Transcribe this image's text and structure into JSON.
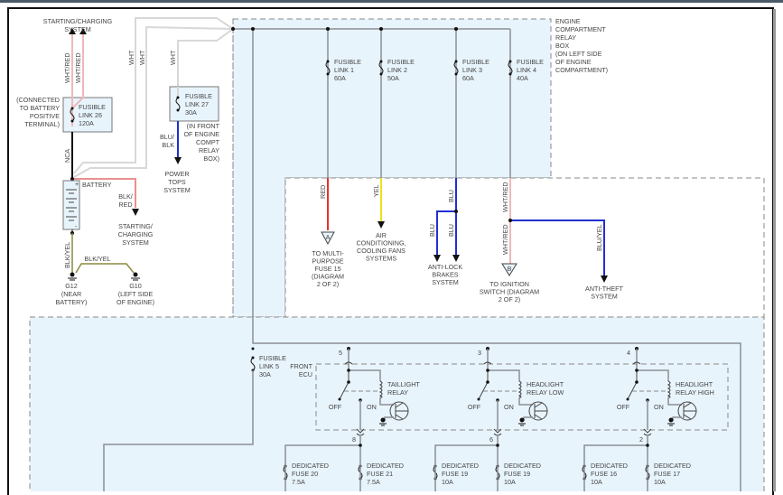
{
  "diagram": {
    "top_left": {
      "starting_charging_title": [
        "STARTING/CHARGING",
        "SYSTEM"
      ],
      "wire_wht_red_1": "WHT/RED",
      "wire_wht_red_2": "WHT/RED",
      "connected_note": [
        "(CONNECTED",
        "TO BATTERY",
        "POSITIVE",
        "TERMINAL)"
      ],
      "fusible_link_26": [
        "FUSIBLE",
        "LINK 26",
        "120A"
      ],
      "wire_nca": "NCA",
      "wire_wht_a": "WHT",
      "wire_wht_b": "WHT",
      "wire_wht_c": "WHT",
      "fusible_link_27": [
        "FUSIBLE",
        "LINK 27",
        "30A"
      ],
      "link27_location": [
        "(IN FRONT",
        "OF ENGINE",
        "COMPT",
        "RELAY",
        "BOX)"
      ],
      "wire_blu_blk": [
        "BLU/",
        "BLK"
      ],
      "power_tops": [
        "POWER",
        "TOPS",
        "SYSTEM"
      ],
      "battery_label": "BATTERY",
      "battery_plus": "+",
      "battery_minus": "-",
      "wire_blk_red": [
        "BLK/",
        "RED"
      ],
      "starting_charging_2": [
        "STARTING/",
        "CHARGING",
        "SYSTEM"
      ],
      "wire_blk_yel_1": "BLK/YEL",
      "wire_blk_yel_2": "BLK/YEL",
      "g12": [
        "G12",
        "(NEAR",
        "BATTERY)"
      ],
      "g10": [
        "G10",
        "(LEFT SIDE",
        "OF ENGINE)"
      ]
    },
    "relay_box": {
      "title": [
        "ENGINE",
        "COMPARTMENT",
        "RELAY",
        "BOX",
        "(ON LEFT SIDE",
        "OF ENGINE",
        "COMPARTMENT)"
      ],
      "fusible_links": [
        {
          "lines": [
            "FUSIBLE",
            "LINK 1",
            "60A"
          ]
        },
        {
          "lines": [
            "FUSIBLE",
            "LINK 2",
            "50A"
          ]
        },
        {
          "lines": [
            "FUSIBLE",
            "LINK 3",
            "60A"
          ]
        },
        {
          "lines": [
            "FUSIBLE",
            "LINK 4",
            "40A"
          ]
        }
      ]
    },
    "outputs": {
      "wire_red": "RED",
      "wire_yel": "YEL",
      "wire_blu_1": "BLU",
      "wire_blu_2": "BLU",
      "wire_blu_3": "BLU",
      "wire_wht_red_top": "WHT/RED",
      "wire_wht_red_bottom": "WHT/RED",
      "wire_blu_yel": "BLU/YEL",
      "connector_a": "A",
      "connector_b": "B",
      "multi_purpose": [
        "TO MULTI-",
        "PURPOSE",
        "FUSE 15",
        "(DIAGRAM",
        "2 OF 2)"
      ],
      "air_conditioning": [
        "AIR",
        "CONDITIONING,",
        "COOLING FANS",
        "SYSTEMS"
      ],
      "anti_lock": [
        "ANTI-LOCK",
        "BRAKES",
        "SYSTEM"
      ],
      "ignition": [
        "TO IGNITION",
        "SWITCH (DIAGRAM",
        "2 OF 2)"
      ],
      "anti_theft": [
        "ANTI-THEFT",
        "SYSTEM"
      ]
    },
    "front_ecu": {
      "fusible_link_5": [
        "FUSIBLE",
        "LINK 5",
        "30A"
      ],
      "ecu_label": [
        "FRONT",
        "ECU"
      ],
      "relays": [
        {
          "name": [
            "TAILLIGHT",
            "RELAY"
          ],
          "pin_in": "5",
          "pin_out": "8",
          "off": "OFF",
          "on": "ON"
        },
        {
          "name": [
            "HEADLIGHT",
            "RELAY LOW"
          ],
          "pin_in": "3",
          "pin_out": "6",
          "off": "OFF",
          "on": "ON"
        },
        {
          "name": [
            "HEADLIGHT",
            "RELAY HIGH"
          ],
          "pin_in": "4",
          "pin_out": "2",
          "off": "OFF",
          "on": "ON"
        }
      ],
      "dedicated_fuses": [
        {
          "lines": [
            "DEDICATED",
            "FUSE 20",
            "7.5A"
          ]
        },
        {
          "lines": [
            "DEDICATED",
            "FUSE 21",
            "7.5A"
          ]
        },
        {
          "lines": [
            "DEDICATED",
            "FUSE 19",
            "10A"
          ]
        },
        {
          "lines": [
            "DEDICATED",
            "FUSE 19",
            "10A"
          ]
        },
        {
          "lines": [
            "DEDICATED",
            "FUSE 16",
            "10A"
          ]
        },
        {
          "lines": [
            "DEDICATED",
            "FUSE 17",
            "10A"
          ]
        }
      ]
    },
    "colors": {
      "box_fill": "#e8f4fc",
      "wire_gray": "#8a8f94",
      "wire_red": "#e83030",
      "wire_yellow": "#f0e020",
      "wire_blue": "#2030d0",
      "wire_pink": "#f0b8b8",
      "wire_white": "#d8d8d8",
      "wire_black": "#111111",
      "wire_olive": "#8a8a40",
      "text": "#444444"
    }
  }
}
